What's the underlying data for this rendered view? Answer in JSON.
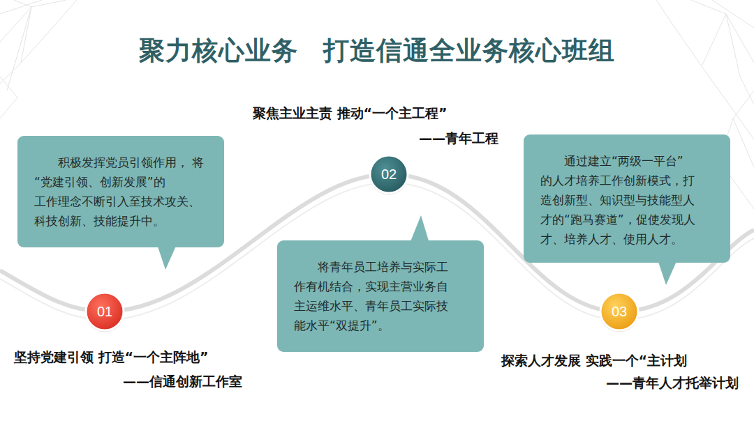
{
  "diagram": {
    "title": "聚力核心业务 打造信通全业务核心班组",
    "nodes": [
      {
        "text": [
          "01"
        ]
      },
      {
        "text": [
          "积极发挥党员引领作用， 将“党建引领、创新发展”的 工作理念不断引入至技术攻关、 科技创新、技能提升中。"
        ]
      },
      {
        "text": [
          "02"
        ]
      },
      {
        "text": [
          "将青年员工培养与实际工 作有机结合，实现主营业务自 主运维水平、青年员工实际技 能水平“双提升”。"
        ]
      },
      {
        "text": [
          "03"
        ]
      },
      {
        "text": [
          "通过建立“两级一平台” 的人才培养工作创新模式，打 造创新型、知识型与技能型人 才的“跑马赛道”，促使发现人 才、培养人才、使用人才。"
        ]
      }
    ],
    "labels": [
      "坚持党建引领 打造“一个主阵地”",
      "——信通创新工作室",
      "聚焦主业主责 推动“一个主工程”",
      "——青年工程",
      "探索人才发展 实践一个“主计划",
      "——青年人才托举计划"
    ]
  }
}
